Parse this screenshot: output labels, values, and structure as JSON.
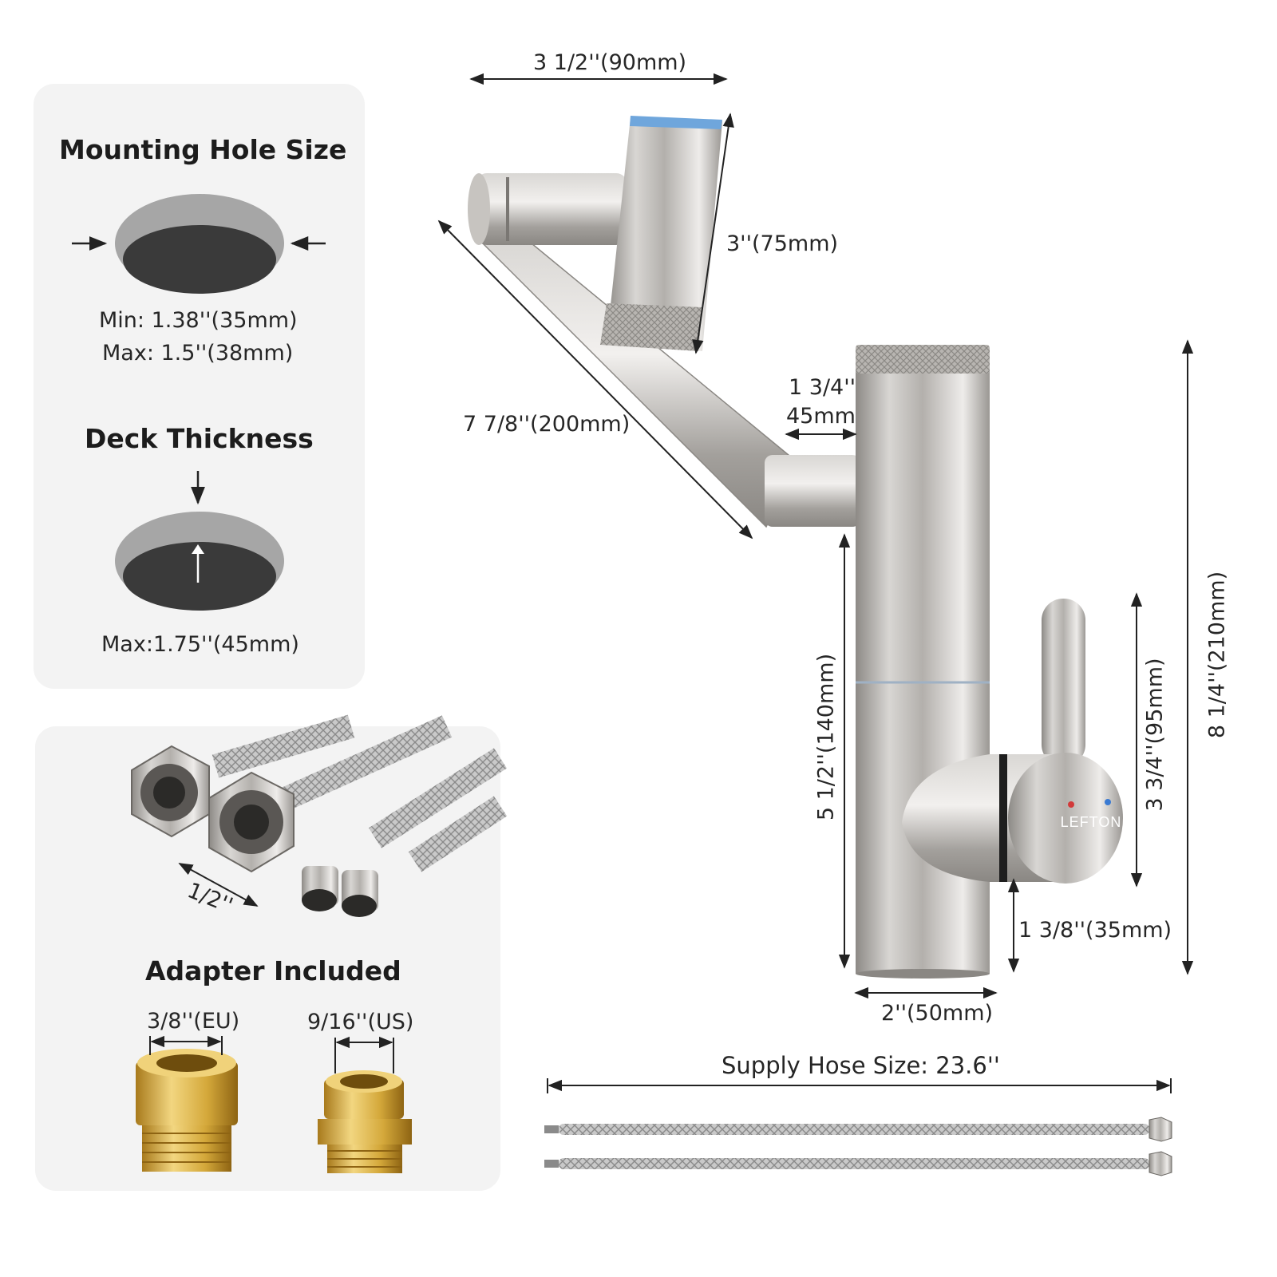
{
  "mounting_hole": {
    "title": "Mounting Hole Size",
    "min": "Min: 1.38''(35mm)",
    "max": "Max: 1.5''(38mm)"
  },
  "deck": {
    "title": "Deck Thickness",
    "max": "Max:1.75''(45mm)"
  },
  "adapter": {
    "hose_thread": "1/2''",
    "title": "Adapter Included",
    "eu": "3/8''(EU)",
    "us": "9/16''(US)"
  },
  "dimensions": {
    "spout_reach": "3 1/2''(90mm)",
    "spout_head_height": "3''(75mm)",
    "swivel_arm_length": "7 7/8''(200mm)",
    "arm_offset_line1": "1 3/4''",
    "arm_offset_line2": "45mm",
    "lower_body_height": "5 1/2''(140mm)",
    "handle_height": "3 3/4''(95mm)",
    "total_height": "8 1/4''(210mm)",
    "handle_base_height": "1 3/8''(35mm)",
    "base_diameter": "2''(50mm)"
  },
  "hose": {
    "label": "Supply Hose Size: 23.6''"
  },
  "brand": {
    "logo_text": "LEFTON"
  },
  "colors": {
    "panel": "#f3f3f3",
    "metal": "#a9a6a2",
    "hole_dark": "#3a3a3a",
    "hole_light": "#a6a6a6",
    "blue_ring": "#6fa6dc",
    "brass": "#d4a83a"
  }
}
